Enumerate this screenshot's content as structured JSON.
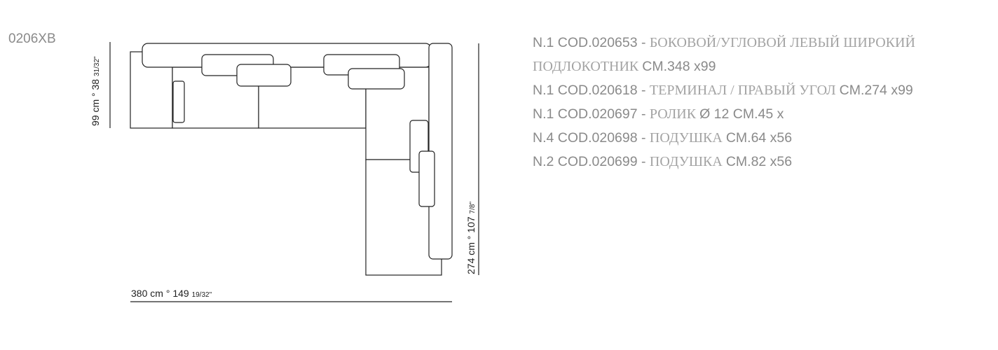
{
  "product_code": "0206XB",
  "dimensions": {
    "depth": {
      "cm": "99 cm",
      "sep": "°",
      "inch": "38",
      "frac": "31/32\""
    },
    "length": {
      "cm": "274 cm",
      "sep": "°",
      "inch": "107",
      "frac": "7/8\""
    },
    "width": {
      "cm": "380 cm",
      "sep": "°",
      "inch": "149",
      "frac": "19/32\""
    }
  },
  "specs": [
    {
      "code": "N.1 COD.020653 - ",
      "desc": "БОКОВОЙ/УГЛОВОЙ ЛЕВЫЙ ШИРОКИЙ",
      "size": ""
    },
    {
      "code": "",
      "desc": "ПОДЛОКОТНИК ",
      "size": "CM.348 x99"
    },
    {
      "code": "N.1 COD.020618 - ",
      "desc": "ТЕРМИНАЛ / ПРАВЫЙ УГОЛ ",
      "size": "CM.274 x99"
    },
    {
      "code": "N.1 COD.020697 - ",
      "desc": "РОЛИК ",
      "size": "Ø 12 CM.45 x"
    },
    {
      "code": "N.4 COD.020698 - ",
      "desc": "ПОДУШКА ",
      "size": "CM.64 x56"
    },
    {
      "code": "N.2 COD.020699 - ",
      "desc": "ПОДУШКА ",
      "size": "CM.82 x56"
    }
  ]
}
